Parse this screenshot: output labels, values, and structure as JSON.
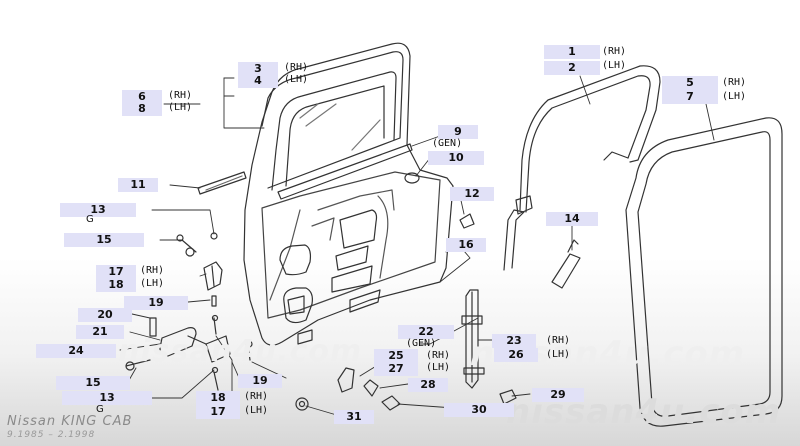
{
  "callouts": [
    {
      "id": "c1",
      "text": "1"
    },
    {
      "id": "c2",
      "text": "2"
    },
    {
      "id": "c3",
      "text": "3"
    },
    {
      "id": "c4",
      "text": "4"
    },
    {
      "id": "c5",
      "text": "5"
    },
    {
      "id": "c6",
      "text": "6"
    },
    {
      "id": "c7",
      "text": "7"
    },
    {
      "id": "c8",
      "text": "8"
    },
    {
      "id": "c9",
      "text": "9"
    },
    {
      "id": "c10",
      "text": "10"
    },
    {
      "id": "c11",
      "text": "11"
    },
    {
      "id": "c12",
      "text": "12"
    },
    {
      "id": "c13a",
      "text": "13"
    },
    {
      "id": "c13b",
      "text": "13"
    },
    {
      "id": "c14",
      "text": "14"
    },
    {
      "id": "c15a",
      "text": "15"
    },
    {
      "id": "c15b",
      "text": "15"
    },
    {
      "id": "c16",
      "text": "16"
    },
    {
      "id": "c17a",
      "text": "17"
    },
    {
      "id": "c17b",
      "text": "17"
    },
    {
      "id": "c18a",
      "text": "18"
    },
    {
      "id": "c18b",
      "text": "18"
    },
    {
      "id": "c19a",
      "text": "19"
    },
    {
      "id": "c19b",
      "text": "19"
    },
    {
      "id": "c20",
      "text": "20"
    },
    {
      "id": "c21",
      "text": "21"
    },
    {
      "id": "c22",
      "text": "22"
    },
    {
      "id": "c23",
      "text": "23"
    },
    {
      "id": "c24",
      "text": "24"
    },
    {
      "id": "c25",
      "text": "25"
    },
    {
      "id": "c26",
      "text": "26"
    },
    {
      "id": "c27",
      "text": "27"
    },
    {
      "id": "c28",
      "text": "28"
    },
    {
      "id": "c29",
      "text": "29"
    },
    {
      "id": "c30",
      "text": "30"
    },
    {
      "id": "c31",
      "text": "31"
    }
  ],
  "suffixes": {
    "rh": "(RH)",
    "lh": "(LH)",
    "gen_paren": "(GEN)"
  },
  "g_letter": "G",
  "watermark": "nissan4u.com",
  "model_name": "Nissan KING CAB",
  "date_range": "9.1985 – 2.1998",
  "colors": {
    "callout_bg": "#e1e1f7",
    "line": "#333333",
    "watermark": "#dcdcdc"
  }
}
